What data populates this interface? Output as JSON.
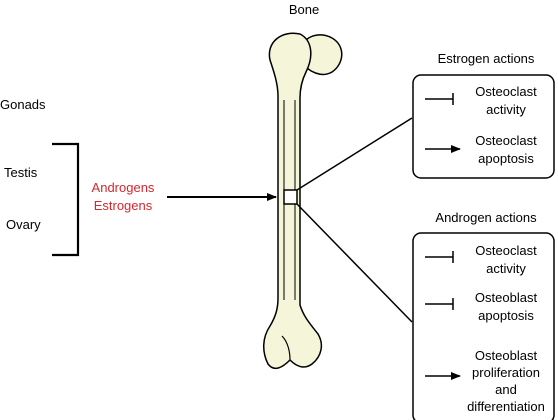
{
  "bone": {
    "title": "Bone"
  },
  "gonads": {
    "title": "Gonads",
    "items": [
      "Testis",
      "Ovary"
    ]
  },
  "hormones": {
    "lines": [
      "Androgens",
      "Estrogens"
    ],
    "color": "#d8262d"
  },
  "estrogen_actions": {
    "title": "Estrogen actions",
    "items": [
      {
        "effect": "inhibit",
        "lines": [
          "Osteoclast",
          "activity"
        ]
      },
      {
        "effect": "stimulate",
        "lines": [
          "Osteoclast",
          "apoptosis"
        ]
      }
    ]
  },
  "androgen_actions": {
    "title": "Androgen actions",
    "items": [
      {
        "effect": "inhibit",
        "lines": [
          "Osteoclast",
          "activity"
        ]
      },
      {
        "effect": "inhibit",
        "lines": [
          "Osteoblast",
          "apoptosis"
        ]
      },
      {
        "effect": "stimulate",
        "lines": [
          "Osteoblast",
          "proliferation",
          "and",
          "differentiation"
        ]
      }
    ]
  },
  "colors": {
    "bone_fill": "#f4f5d9",
    "line": "#000000",
    "accent": "#d8262d"
  }
}
